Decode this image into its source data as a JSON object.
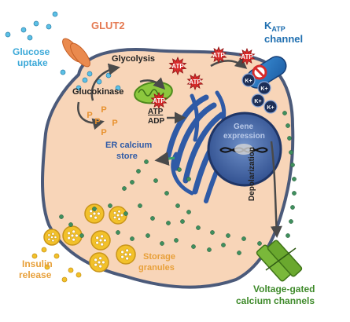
{
  "labels": {
    "glut2": "GLUT2",
    "glucose_uptake_1": "Glucose",
    "glucose_uptake_2": "uptake",
    "katp_k": "K",
    "katp_sub": "ATP",
    "katp_channel": "channel",
    "glycolysis": "Glycolysis",
    "glucokinase": "Glucokinase",
    "atp": "ATP",
    "adp": "ADP",
    "er_calcium_1": "ER calcium",
    "er_calcium_2": "store",
    "gene_expression_1": "Gene",
    "gene_expression_2": "expression",
    "depolarization": "Depolarization",
    "insulin_release_1": "Insulin",
    "insulin_release_2": "release",
    "storage_granules_1": "Storage",
    "storage_granules_2": "granules",
    "vg_channels_1": "Voltage-gated",
    "vg_channels_2": "calcium channels",
    "atp_marker": "ATP",
    "k_ion": "K+",
    "phosphate": "P"
  },
  "colors": {
    "cell_fill": "#f8d5b8",
    "cell_outline": "#4b5a7a",
    "glut2_text": "#e57a52",
    "glucose_text": "#3aa8d8",
    "katp_text": "#1f6fb0",
    "er_blue": "#2f5aa6",
    "nucleus_fill": "#3d5f9f",
    "gene_text": "#b9c9e8",
    "orange_label": "#e8a03a",
    "green_label": "#3e8a2a",
    "granule_fill": "#f2c12a",
    "mito_green": "#7cbf3a",
    "atp_red": "#d72b2b",
    "calcium_dot": "#3f8f5e",
    "glucose_dot": "#5cc0e6",
    "dark_text": "#222222"
  }
}
